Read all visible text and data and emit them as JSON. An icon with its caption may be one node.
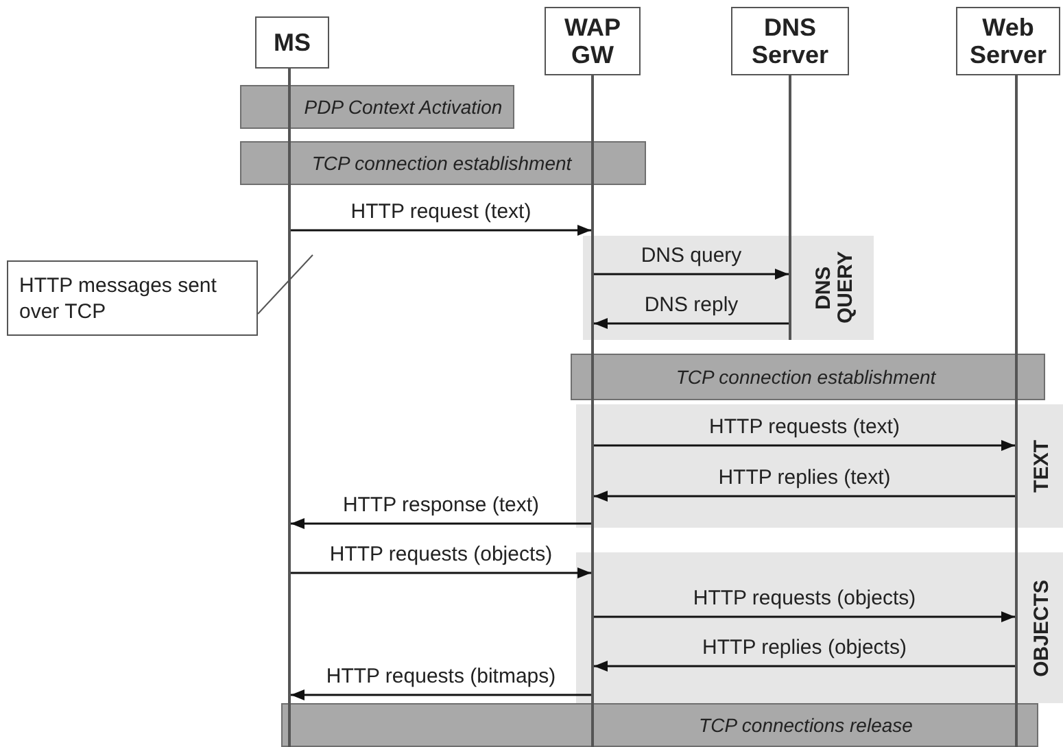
{
  "diagram": {
    "nodes": [
      {
        "text": [
          "MS"
        ]
      },
      {
        "text": [
          "WAP GW"
        ]
      },
      {
        "text": [
          "DNS Server"
        ]
      },
      {
        "text": [
          "Web Server"
        ]
      },
      {
        "text": [],
        "shape": "bar"
      },
      {
        "text": [],
        "shape": "bar"
      },
      {
        "text": [],
        "shape": "bar"
      },
      {
        "text": [],
        "shape": "bar"
      },
      {
        "text": [
          "PDP Context Activation"
        ]
      },
      {
        "text": [
          "TCP connection establishment"
        ]
      },
      {
        "text": [
          "HTTP messages sent over TCP"
        ]
      },
      {
        "text": [
          "DNS QUERY"
        ]
      },
      {
        "text": [
          "TCP connection establishment"
        ]
      },
      {
        "text": [
          "TEXT"
        ]
      },
      {
        "text": [
          "OBJECTS"
        ]
      },
      {
        "text": [
          "TCP connections release"
        ]
      }
    ],
    "edges": [
      {
        "from": 4,
        "to": 5,
        "arrow": "to",
        "label": "HTTP request (text)"
      },
      {
        "from": 10,
        "to": null,
        "arrow": "none"
      },
      {
        "from": 5,
        "to": 6,
        "arrow": "to",
        "label": "DNS query"
      },
      {
        "from": 6,
        "to": 5,
        "arrow": "to",
        "label": "DNS reply"
      },
      {
        "from": 5,
        "to": 7,
        "arrow": "to",
        "label": "HTTP requests (text)"
      },
      {
        "from": 7,
        "to": 5,
        "arrow": "to",
        "label": "HTTP replies (text)"
      },
      {
        "from": 5,
        "to": 4,
        "arrow": "to",
        "label": "HTTP response (text)"
      },
      {
        "from": 4,
        "to": 5,
        "arrow": "to",
        "label": "HTTP requests (objects)"
      },
      {
        "from": 5,
        "to": 7,
        "arrow": "to",
        "label": "HTTP requests (objects)"
      },
      {
        "from": 7,
        "to": 5,
        "arrow": "to",
        "label": "HTTP replies (objects)"
      },
      {
        "from": 5,
        "to": 4,
        "arrow": "to",
        "label": "HTTP requests (bitmaps)"
      }
    ]
  }
}
